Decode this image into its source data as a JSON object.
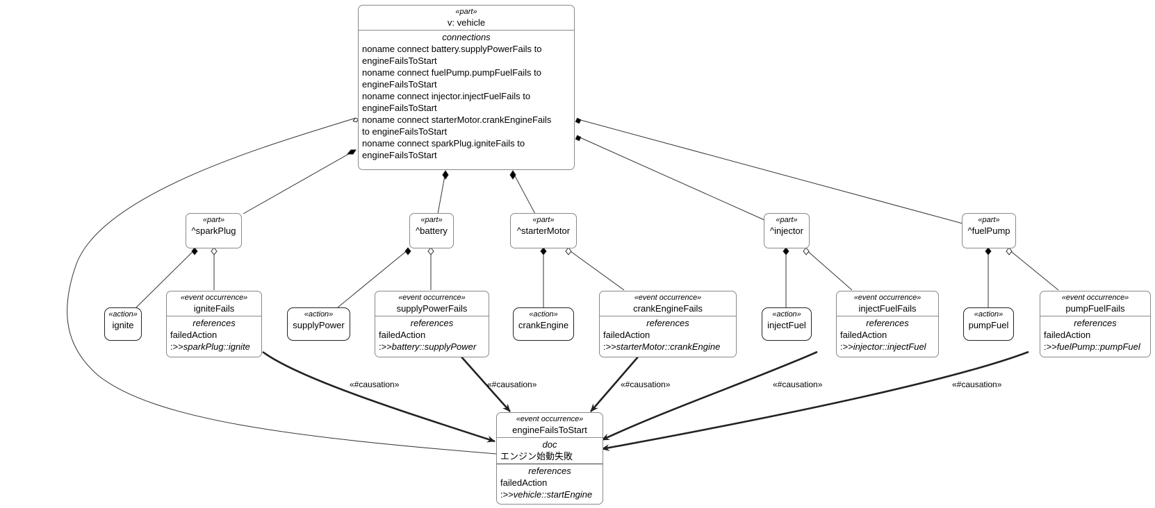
{
  "diagram": {
    "vehicle": {
      "stereotype": "«part»",
      "name": "v: vehicle",
      "section_title": "connections",
      "lines": [
        "noname connect battery.supplyPowerFails to",
        "engineFailsToStart",
        "noname connect fuelPump.pumpFuelFails to",
        "engineFailsToStart",
        "noname connect injector.injectFuelFails to",
        "engineFailsToStart",
        "noname connect starterMotor.crankEngineFails",
        "to engineFailsToStart",
        "noname connect sparkPlug.igniteFails to",
        "engineFailsToStart"
      ]
    },
    "parts": [
      {
        "key": "sparkPlug",
        "stereotype": "«part»",
        "name": "^sparkPlug"
      },
      {
        "key": "battery",
        "stereotype": "«part»",
        "name": "^battery"
      },
      {
        "key": "starterMotor",
        "stereotype": "«part»",
        "name": "^starterMotor"
      },
      {
        "key": "injector",
        "stereotype": "«part»",
        "name": "^injector"
      },
      {
        "key": "fuelPump",
        "stereotype": "«part»",
        "name": "^fuelPump"
      }
    ],
    "actions": [
      {
        "key": "ignite",
        "stereotype": "«action»",
        "name": "ignite"
      },
      {
        "key": "supplyPower",
        "stereotype": "«action»",
        "name": "supplyPower"
      },
      {
        "key": "crankEngine",
        "stereotype": "«action»",
        "name": "crankEngine"
      },
      {
        "key": "injectFuel",
        "stereotype": "«action»",
        "name": "injectFuel"
      },
      {
        "key": "pumpFuel",
        "stereotype": "«action»",
        "name": "pumpFuel"
      }
    ],
    "events": [
      {
        "key": "igniteFails",
        "stereotype": "«event occurrence»",
        "name": "igniteFails",
        "section_title": "references",
        "line1": "failedAction",
        "line2_prefix": ":>>",
        "line2_ref": "sparkPlug::ignite"
      },
      {
        "key": "supplyPowerFails",
        "stereotype": "«event occurrence»",
        "name": "supplyPowerFails",
        "section_title": "references",
        "line1": "failedAction",
        "line2_prefix": ":>>",
        "line2_ref": "battery::supplyPower"
      },
      {
        "key": "crankEngineFails",
        "stereotype": "«event occurrence»",
        "name": "crankEngineFails",
        "section_title": "references",
        "line1": "failedAction",
        "line2_prefix": ":>>",
        "line2_ref": "starterMotor::crankEngine"
      },
      {
        "key": "injectFuelFails",
        "stereotype": "«event occurrence»",
        "name": "injectFuelFails",
        "section_title": "references",
        "line1": "failedAction",
        "line2_prefix": ":>>",
        "line2_ref": "injector::injectFuel"
      },
      {
        "key": "pumpFuelFails",
        "stereotype": "«event occurrence»",
        "name": "pumpFuelFails",
        "section_title": "references",
        "line1": "failedAction",
        "line2_prefix": ":>>",
        "line2_ref": "fuelPump::pumpFuel"
      }
    ],
    "target": {
      "stereotype": "«event occurrence»",
      "name": "engineFailsToStart",
      "doc_title": "doc",
      "doc_text": "エンジン始動失敗",
      "section_title": "references",
      "line1": "failedAction",
      "line2_prefix": ":>>",
      "line2_ref": "vehicle::startEngine"
    },
    "causation_label": "«#causation»"
  }
}
